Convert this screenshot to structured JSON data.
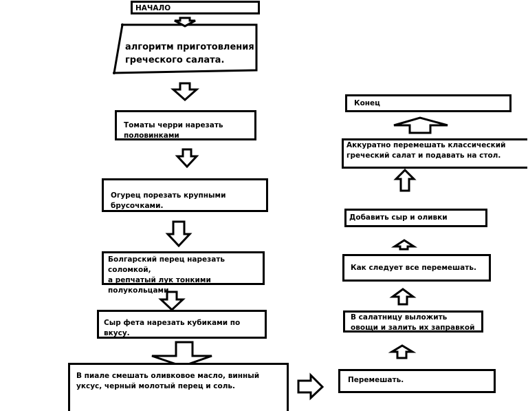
{
  "start": "НАЧАЛО",
  "title": "алгоритм приготовления\nгреческого салата.",
  "left_steps": [
    "Томаты черри нарезать\nполовинками",
    "Огурец порезать крупными\nбрусочками.",
    "Болгарский перец нарезать соломкой,\nа репчатый лук тонкими\nполукольцами.",
    "Сыр фета нарезать кубиками по\nвкусу.",
    "В пиале смешать оливковое масло, винный\nуксус, черный молотый перец и соль."
  ],
  "right_steps": [
    "Перемешать.",
    "В салатницу выложить\nовощи и залить их заправкой",
    "Как следует все перемешать.",
    "Добавить сыр и оливки",
    "Аккуратно перемешать классический\nгреческий салат и подавать на стол."
  ],
  "end": "Конец"
}
